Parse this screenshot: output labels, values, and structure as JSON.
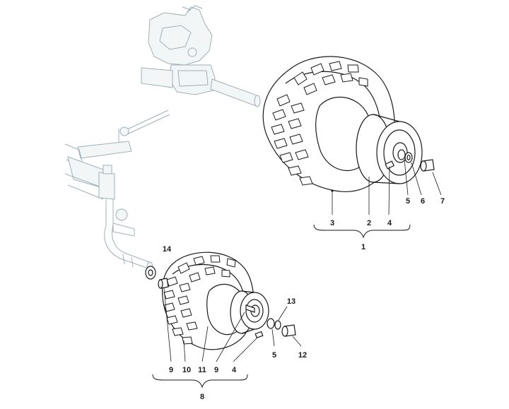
{
  "callouts": {
    "rear": {
      "group_label": "1",
      "parts": [
        "3",
        "2",
        "4",
        "5",
        "6",
        "7"
      ]
    },
    "front": {
      "group_label": "8",
      "top_parts": [
        "14",
        "13"
      ],
      "parts": [
        "9",
        "10",
        "11",
        "9",
        "4",
        "5",
        "12"
      ]
    }
  },
  "colors": {
    "ink": "#1a1a1a",
    "ghost": "#9fb0b8"
  }
}
